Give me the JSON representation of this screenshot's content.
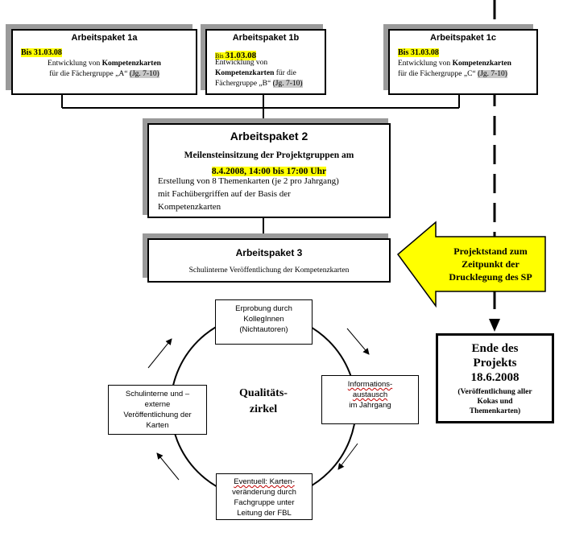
{
  "ap1a": {
    "title": "Arbeitspaket 1a",
    "date": "Bis 31.03.08",
    "line1_pre": "Entwicklung von ",
    "line1_bold": "Kompetenzkarten",
    "line2_pre": "für die Fächergruppe „A“ ",
    "line2_gray": "(Jg. 7-10)"
  },
  "ap1b": {
    "title": "Arbeitspaket 1b",
    "date_small": "Bis ",
    "date": "31.03.08",
    "line1": "Entwicklung von",
    "line2_bold": "Kompetenzkarten",
    "line2_post": " für die",
    "line3_pre": "Fächergruppe „B“ ",
    "line3_gray": "(Jg. 7-10)"
  },
  "ap1c": {
    "title": "Arbeitspaket 1c",
    "date": "Bis 31.03.08",
    "line1_pre": "Entwicklung von ",
    "line1_bold": "Kompetenzkarten",
    "line2_pre": "für die Fächergruppe „C“ ",
    "line2_gray": "(Jg. 7-10)"
  },
  "ap2": {
    "title": "Arbeitspaket 2",
    "line1": "Meilensteinsitzung der Projektgruppen am",
    "line2": "8.4.2008, 14:00 bis 17:00 Uhr",
    "line3": "Erstellung von 8 Themenkarten (je 2 pro Jahrgang)",
    "line4": "mit Fachübergriffen auf der Basis der",
    "line5": "Kompetenzkarten"
  },
  "ap3": {
    "title": "Arbeitspaket 3",
    "line1": "Schulinterne Veröffentlichung der Kompetenzkarten"
  },
  "callout": {
    "line1": "Projektstand zum",
    "line2": "Zeitpunkt der",
    "line3": "Drucklegung des SP",
    "fill": "#ffff00"
  },
  "ende": {
    "line1": "Ende des",
    "line2": "Projekts",
    "line3": "18.6.2008",
    "line4": "(Veröffentlichung aller",
    "line5": "Kokas und",
    "line6": "Themenkarten)"
  },
  "cycle": {
    "center1": "Qualitäts-",
    "center2": "zirkel",
    "top": [
      "Erprobung durch",
      "KollegInnen",
      "(Nichtautoren)"
    ],
    "right": [
      "Informations-",
      "austausch",
      "im Jahrgang"
    ],
    "bottom": [
      "Eventuell: Karten-",
      "veränderung durch",
      "Fachgruppe unter",
      "Leitung der FBL"
    ],
    "left": [
      "Schulinterne und –",
      "externe",
      "Veröffentlichung der",
      "Karten"
    ]
  }
}
